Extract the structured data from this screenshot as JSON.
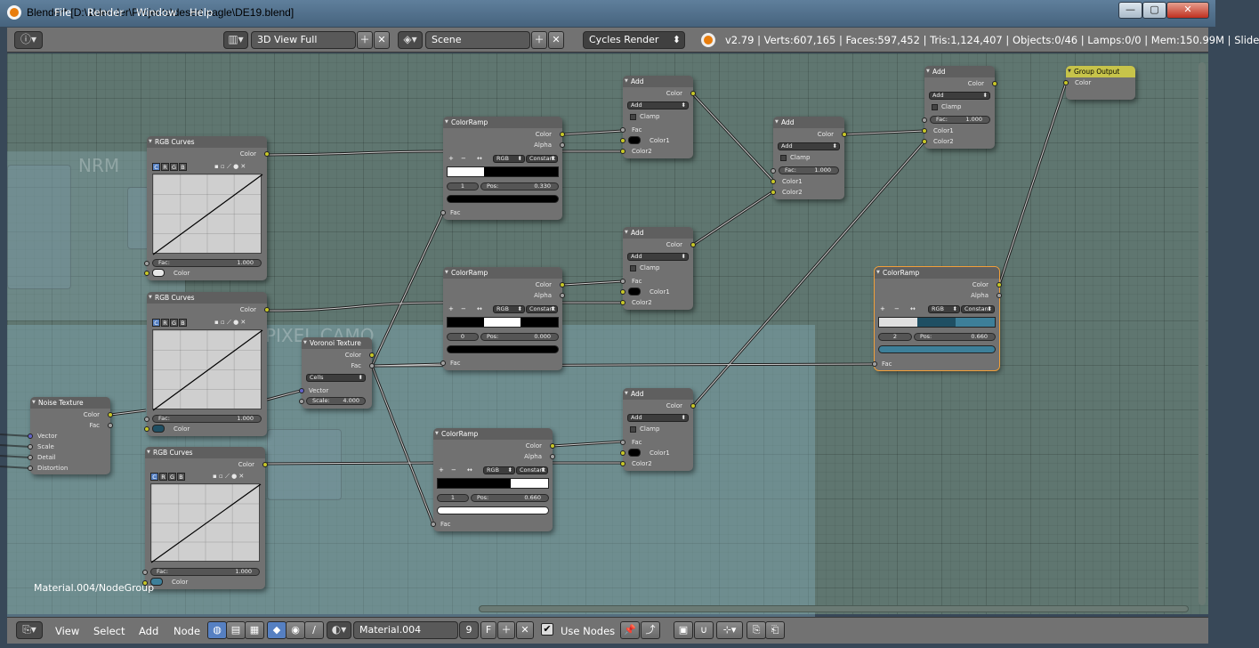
{
  "window": {
    "title": "Blender* [D:\\1blender\\Projects\\desert eagle\\DE19.blend]",
    "minimize": "—",
    "maximize": "▢",
    "close": "✕"
  },
  "topbar": {
    "menus": [
      "File",
      "Render",
      "Window",
      "Help"
    ],
    "screen_layout": "3D View Full",
    "scene": "Scene",
    "render_engine": "Cycles Render",
    "stats": "v2.79 | Verts:607,165 | Faces:597,452 | Tris:1,124,407 | Objects:0/46 | Lamps:0/0 | Mem:150.99M | Slide"
  },
  "editor": {
    "context_label": "Material.004/NodeGroup",
    "frame_labels": [
      "PIXEL CAMO",
      "NRM"
    ],
    "nodes": {
      "rgb_curves_1": {
        "title": "RGB Curves",
        "out": "Color",
        "channels": [
          "C",
          "R",
          "G",
          "B"
        ],
        "fac_label": "Fac:",
        "fac": "1.000",
        "color_label": "Color",
        "color": "#e8e8e8"
      },
      "rgb_curves_2": {
        "title": "RGB Curves",
        "out": "Color",
        "channels": [
          "C",
          "R",
          "G",
          "B"
        ],
        "fac_label": "Fac:",
        "fac": "1.000",
        "color_label": "Color",
        "color": "#1f4f63"
      },
      "rgb_curves_3": {
        "title": "RGB Curves",
        "out": "Color",
        "channels": [
          "C",
          "R",
          "G",
          "B"
        ],
        "fac_label": "Fac:",
        "fac": "1.000",
        "color_label": "Color",
        "color": "#3d7f99"
      },
      "noise": {
        "title": "Noise Texture",
        "outputs": [
          "Color",
          "Fac"
        ],
        "inputs": [
          "Vector",
          "Scale",
          "Detail",
          "Distortion"
        ]
      },
      "voronoi": {
        "title": "Voronoi Texture",
        "outputs": [
          "Color",
          "Fac"
        ],
        "mode": "Cells",
        "input_vector": "Vector",
        "scale_label": "Scale:",
        "scale": "4.000"
      },
      "ramp_1": {
        "title": "ColorRamp",
        "outputs": [
          "Color",
          "Alpha"
        ],
        "mode": "RGB",
        "interp": "Constant",
        "index": "1",
        "pos_label": "Pos:",
        "pos": "0.330",
        "input": "Fac",
        "btn_add": "+",
        "btn_remove": "−",
        "btn_flip": "↔"
      },
      "ramp_2": {
        "title": "ColorRamp",
        "outputs": [
          "Color",
          "Alpha"
        ],
        "mode": "RGB",
        "interp": "Constant",
        "index": "0",
        "pos_label": "Pos:",
        "pos": "0.000",
        "input": "Fac",
        "btn_add": "+",
        "btn_remove": "−",
        "btn_flip": "↔"
      },
      "ramp_3": {
        "title": "ColorRamp",
        "outputs": [
          "Color",
          "Alpha"
        ],
        "mode": "RGB",
        "interp": "Constant",
        "index": "1",
        "pos_label": "Pos:",
        "pos": "0.660",
        "input": "Fac",
        "btn_add": "+",
        "btn_remove": "−",
        "btn_flip": "↔"
      },
      "ramp_4": {
        "title": "ColorRamp",
        "outputs": [
          "Color",
          "Alpha"
        ],
        "mode": "RGB",
        "interp": "Constant",
        "index": "2",
        "pos_label": "Pos:",
        "pos": "0.660",
        "input": "Fac",
        "btn_add": "+",
        "btn_remove": "−",
        "btn_flip": "↔"
      },
      "add_1": {
        "title": "Add",
        "out": "Color",
        "op": "Add",
        "clamp": "Clamp",
        "fac": "Fac",
        "c1": "Color1",
        "c2": "Color2"
      },
      "add_2": {
        "title": "Add",
        "out": "Color",
        "op": "Add",
        "clamp": "Clamp",
        "fac": "Fac",
        "c1": "Color1",
        "c2": "Color2"
      },
      "add_3": {
        "title": "Add",
        "out": "Color",
        "op": "Add",
        "clamp": "Clamp",
        "fac": "Fac",
        "c1": "Color1",
        "c2": "Color2"
      },
      "add_4": {
        "title": "Add",
        "out": "Color",
        "op": "Add",
        "clamp": "Clamp",
        "fac_label": "Fac:",
        "fac": "1.000",
        "c1": "Color1",
        "c2": "Color2"
      },
      "add_5": {
        "title": "Add",
        "out": "Color",
        "op": "Add",
        "clamp": "Clamp",
        "fac_label": "Fac:",
        "fac": "1.000",
        "c1": "Color1",
        "c2": "Color2"
      },
      "group_output": {
        "title": "Group Output",
        "input": "Color"
      }
    }
  },
  "bottombar": {
    "menus": [
      "View",
      "Select",
      "Add",
      "Node"
    ],
    "material": "Material.004",
    "users": "9",
    "fake_user": "F",
    "use_nodes_label": "Use Nodes",
    "use_nodes": true
  }
}
